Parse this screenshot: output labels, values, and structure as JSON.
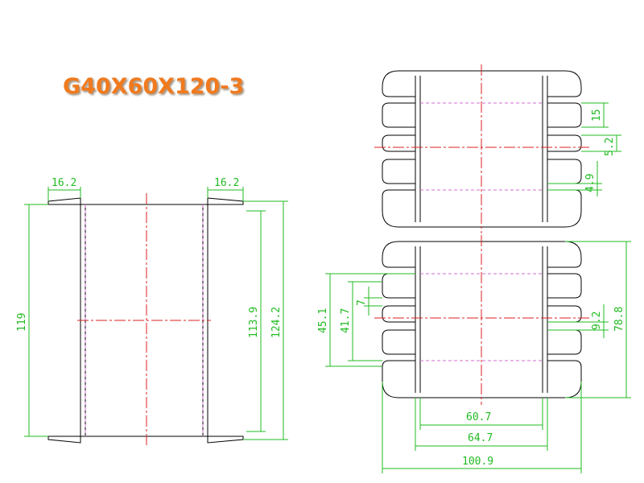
{
  "title": "G40X60X120-3",
  "colors": {
    "title": "#F07A1E",
    "outline": "#000000",
    "dimension": "#22BB22",
    "centerline": "#DD2222",
    "hidden": "#D26ED2"
  },
  "dimensions": {
    "left_flange_top_left": "16.2",
    "left_flange_top_right": "16.2",
    "left_height_119": "119",
    "left_height_113_9": "113.9",
    "left_height_124_2": "124.2",
    "rt_15": "15",
    "rt_5_2": "5.2",
    "rt_4_9": "4.9",
    "rb_45_1": "45.1",
    "rb_41_7": "41.7",
    "rb_7": "7",
    "rb_9_2": "9.2",
    "rb_78_8": "78.8",
    "rb_60_7": "60.7",
    "rb_64_7": "64.7",
    "rb_100_9": "100.9"
  }
}
